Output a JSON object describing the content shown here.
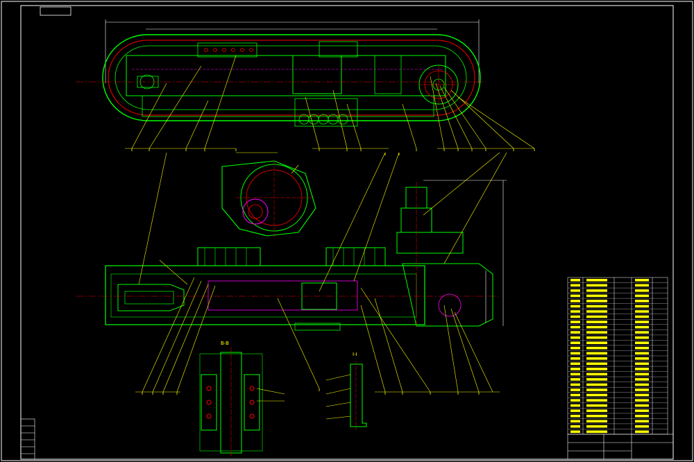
{
  "drawing": {
    "colors": {
      "background": "#000000",
      "outline": "#00ff00",
      "leader": "#ffff00",
      "track_red": "#ff0000",
      "centerline": "#ff0000",
      "frame": "#ffffff",
      "hidden": "#ff00ff",
      "ring": "#00ffff"
    },
    "views": [
      {
        "id": "plan-view",
        "label": ""
      },
      {
        "id": "section-a",
        "label": "B-B"
      },
      {
        "id": "section-b",
        "label": "I-I"
      }
    ],
    "border_tab": "",
    "annotations": [
      "",
      "",
      "",
      "",
      "",
      "",
      "",
      "",
      ""
    ],
    "tech_notes": {
      "heading": "",
      "line1": ""
    },
    "balloon_count": 27,
    "title_block_rows": 30,
    "rev_rows": 6
  }
}
